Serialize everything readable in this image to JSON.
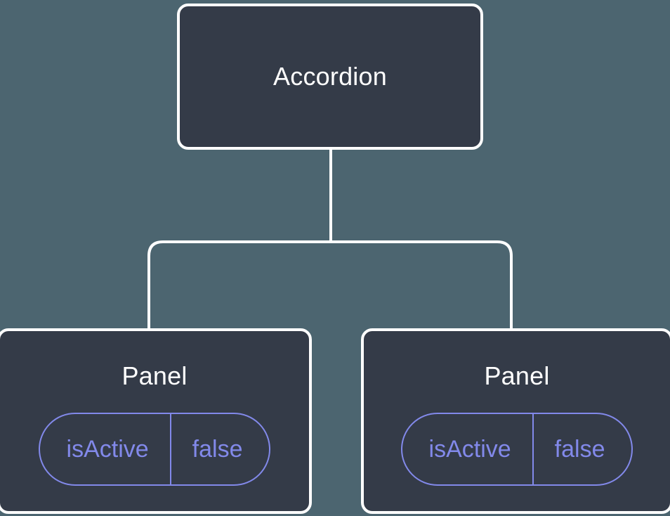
{
  "diagram": {
    "type": "component-tree",
    "background_color": "#4c6570",
    "node_fill_color": "#343b48",
    "node_border_color": "#ffffff",
    "badge_accent_color": "#8289ea",
    "edge_color": "#ffffff"
  },
  "root": {
    "label": "Accordion"
  },
  "children": [
    {
      "label": "Panel",
      "props": [
        {
          "key": "isActive",
          "value": "false"
        }
      ]
    },
    {
      "label": "Panel",
      "props": [
        {
          "key": "isActive",
          "value": "false"
        }
      ]
    }
  ]
}
